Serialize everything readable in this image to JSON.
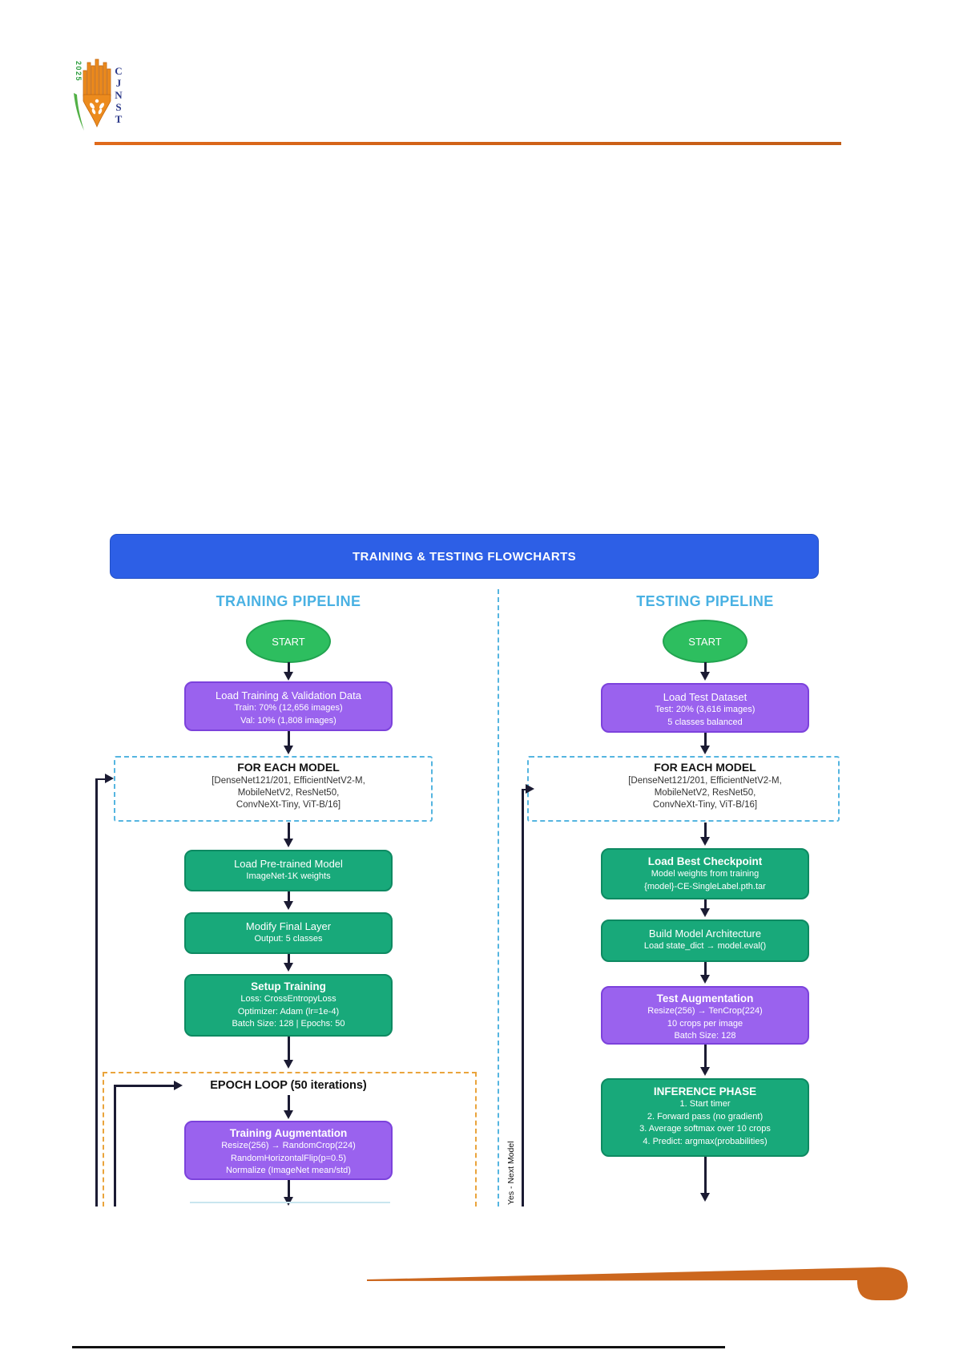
{
  "logo": {
    "year": "2025",
    "acronym": "CJNST",
    "letters": [
      "C",
      "J",
      "N",
      "S",
      "T"
    ]
  },
  "figure": {
    "header": "TRAINING & TESTING FLOWCHARTS",
    "divider_label": "Yes - Next Model",
    "training": {
      "title": "TRAINING PIPELINE",
      "start_label": "START",
      "load_data": {
        "title": "Load Training & Validation Data",
        "line1": "Train: 70% (12,656 images)",
        "line2": "Val: 10% (1,808 images)"
      },
      "for_each_model": {
        "title": "FOR EACH MODEL",
        "line1": "[DenseNet121/201, EfficientNetV2-M,",
        "line2": "MobileNetV2, ResNet50,",
        "line3": "ConvNeXt-Tiny, ViT-B/16]"
      },
      "load_pretrained": {
        "title": "Load Pre-trained Model",
        "line1": "ImageNet-1K weights"
      },
      "modify_layer": {
        "title": "Modify Final Layer",
        "line1": "Output: 5 classes"
      },
      "setup_training": {
        "title": "Setup Training",
        "line1": "Loss: CrossEntropyLoss",
        "line2": "Optimizer: Adam (lr=1e-4)",
        "line3": "Batch Size: 128 | Epochs: 50"
      },
      "epoch_loop_label": "EPOCH LOOP (50 iterations)",
      "training_aug": {
        "title": "Training Augmentation",
        "line1": "Resize(256) → RandomCrop(224)",
        "line2": "RandomHorizontalFlip(p=0.5)",
        "line3": "Normalize (ImageNet mean/std)"
      }
    },
    "testing": {
      "title": "TESTING PIPELINE",
      "start_label": "START",
      "load_test": {
        "title": "Load Test Dataset",
        "line1": "Test: 20% (3,616 images)",
        "line2": "5 classes balanced"
      },
      "for_each_model": {
        "title": "FOR EACH MODEL",
        "line1": "[DenseNet121/201, EfficientNetV2-M,",
        "line2": "MobileNetV2, ResNet50,",
        "line3": "ConvNeXt-Tiny, ViT-B/16]"
      },
      "load_checkpoint": {
        "title": "Load Best Checkpoint",
        "line1": "Model weights from training",
        "line2": "{model}-CE-SingleLabel.pth.tar"
      },
      "build_arch": {
        "title": "Build Model Architecture",
        "line1": "Load state_dict → model.eval()"
      },
      "test_aug": {
        "title": "Test Augmentation",
        "line1": "Resize(256) → TenCrop(224)",
        "line2": "10 crops per image",
        "line3": "Batch Size: 128"
      },
      "inference": {
        "title": "INFERENCE PHASE",
        "line1": "1. Start timer",
        "line2": "2. Forward pass (no gradient)",
        "line3": "3. Average softmax over 10 crops",
        "line4": "4. Predict: argmax(probabilities)"
      }
    },
    "colors": {
      "header_blue": "#2d5fe6",
      "pipeline_title_blue": "#49b1e3",
      "start_green": "#2dbe5f",
      "process_green": "#18a97a",
      "data_purple": "#9a62ee",
      "model_loop_dash": "#55b5e0",
      "epoch_loop_dash": "#eaa43c",
      "arrow": "#1b1b33",
      "journal_orange": "#cc671e"
    }
  }
}
